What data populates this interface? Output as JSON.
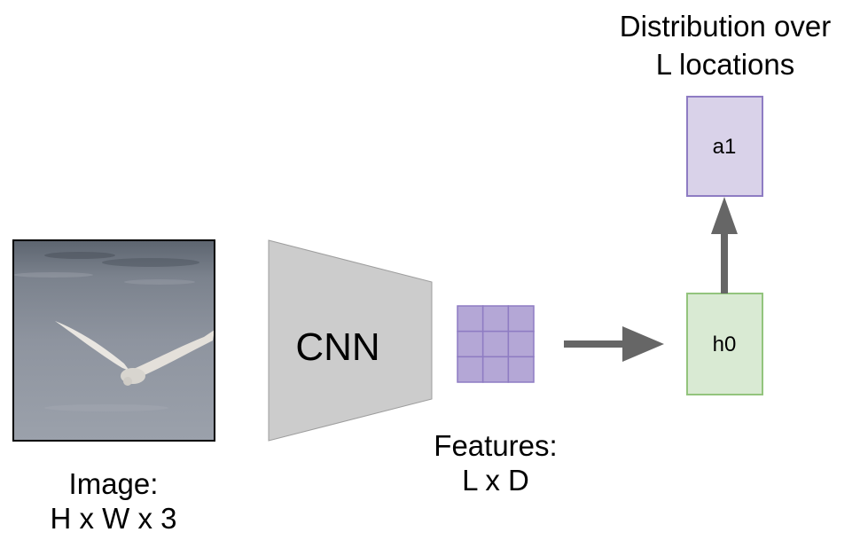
{
  "image": {
    "caption_line1": "Image:",
    "caption_line2": "H x W x 3"
  },
  "cnn": {
    "label": "CNN"
  },
  "features": {
    "caption_line1": "Features:",
    "caption_line2": "L x D",
    "grid_rows": 3,
    "grid_cols": 3
  },
  "h0": {
    "label": "h0"
  },
  "a1": {
    "label": "a1"
  },
  "output": {
    "caption_line1": "Distribution over",
    "caption_line2": "L locations"
  },
  "colors": {
    "cnn_fill": "#cccccc",
    "cnn_stroke": "#9e9e9e",
    "feature_fill": "#b4a7d6",
    "feature_stroke": "#8e7cc3",
    "h0_fill": "#d9ead3",
    "h0_stroke": "#93c47d",
    "a1_fill": "#d9d2e9",
    "a1_stroke": "#8e7cc3",
    "arrow": "#666666",
    "image_border": "#000000",
    "water_dark": "#6f7682",
    "water_light": "#9aa0ab"
  }
}
